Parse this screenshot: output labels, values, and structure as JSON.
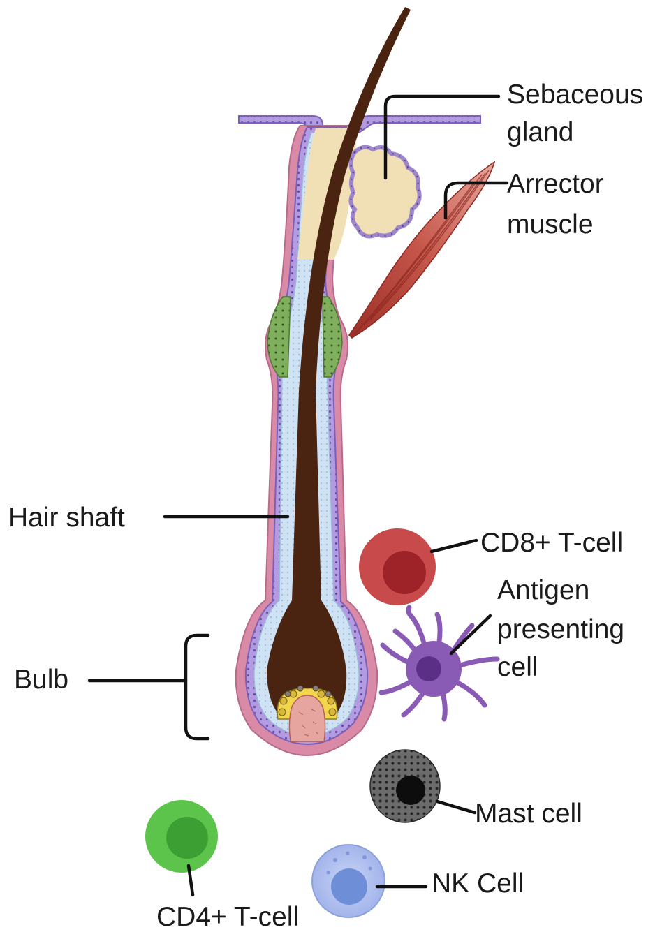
{
  "labels": {
    "sebaceous_gland": [
      "Sebaceous",
      "gland"
    ],
    "arrector_muscle": [
      "Arrector",
      "muscle"
    ],
    "hair_shaft": "Hair shaft",
    "bulb": "Bulb",
    "cd8_t_cell": "CD8+ T-cell",
    "antigen_presenting_cell": [
      "Antigen",
      "presenting",
      "cell"
    ],
    "mast_cell": "Mast cell",
    "nk_cell": "NK Cell",
    "cd4_t_cell": "CD4+ T-cell"
  },
  "colors": {
    "hair_shaft": "#4a2410",
    "outer_root_sheath": "#d98aa6",
    "epithelium": "#9d86c9",
    "inner_sheath": "#c7dcee",
    "sebum": "#f1e0b5",
    "bulge": "#6f9a4f",
    "dermal_papilla": "#e7a5a0",
    "matrix_cells": "#f2d54a",
    "muscle": "#b5443a",
    "cd8_t_cell": "#c84a4a",
    "antigen_presenting_cell": "#8a5bb5",
    "mast_cell": "#4d4d4d",
    "nk_cell": "#a8b8ec",
    "cd4_t_cell": "#5cc44a"
  }
}
